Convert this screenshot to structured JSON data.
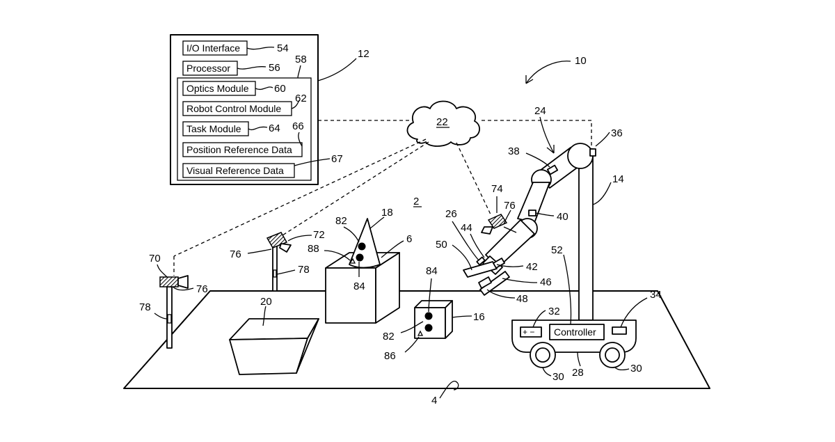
{
  "system_box": {
    "items": [
      {
        "label": "I/O Interface",
        "ref": "54"
      },
      {
        "label": "Processor",
        "ref": "56"
      },
      {
        "label": "Optics Module",
        "ref": "60"
      },
      {
        "label": "Robot Control Module",
        "ref": "62"
      },
      {
        "label": "Task Module",
        "ref": "64"
      },
      {
        "label": "Position Reference Data",
        "ref": "66"
      },
      {
        "label": "Visual Reference Data",
        "ref": "67"
      }
    ],
    "memory_ref": "58",
    "box_ref": "12"
  },
  "network": {
    "ref": "22"
  },
  "workspace": {
    "ref": "2"
  },
  "controller": {
    "label": "Controller",
    "battery": "+ −"
  },
  "refs": {
    "system": "10",
    "floor": "4",
    "box": "6",
    "pedestal": "14",
    "object16": "16",
    "cone": "18",
    "bin": "20",
    "arm": "24",
    "gripper": "26",
    "base": "28",
    "wheel_left": "30",
    "wheel_right": "30",
    "battery": "32",
    "vehicle_port": "34",
    "joint_top": "36",
    "sensor_top": "38",
    "sensor_mid": "40",
    "finger_a": "42",
    "wrist": "44",
    "finger_b": "46",
    "tip": "48",
    "grip_body": "50",
    "controller": "52",
    "camera_left": "70",
    "camera_mid": "72",
    "camera_arm": "74",
    "mount_left": "76",
    "mount_mid_a": "76",
    "mount_arm": "76",
    "stand_left": "78",
    "stand_mid": "78",
    "marker_cone": "82",
    "marker_obj": "82",
    "dot_cone": "84",
    "dot_obj": "84",
    "tri_obj": "86",
    "tri_cone": "88"
  }
}
